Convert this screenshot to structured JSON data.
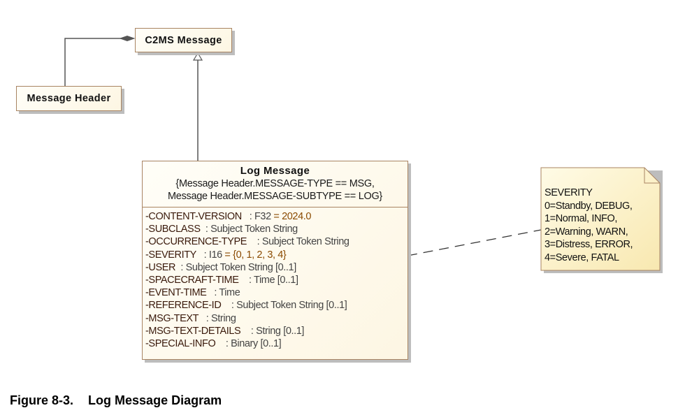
{
  "classes": {
    "c2ms_message": {
      "name": "C2MS Message"
    },
    "message_header": {
      "name": "Message Header"
    },
    "log_message": {
      "name": "Log Message",
      "constraint_lines": [
        "{Message Header.MESSAGE-TYPE == MSG,",
        "Message Header.MESSAGE-SUBTYPE == LOG}"
      ],
      "attributes": [
        {
          "name": "-CONTENT-VERSION",
          "type": "   : F32",
          "default": " = 2024.0"
        },
        {
          "name": "-SUBCLASS",
          "type": "  : Subject Token String",
          "default": ""
        },
        {
          "name": "-OCCURRENCE-TYPE",
          "type": "    : Subject Token String",
          "default": ""
        },
        {
          "name": "-SEVERITY",
          "type": "   : I16",
          "default": " = {0, 1, 2, 3, 4}"
        },
        {
          "name": "-USER",
          "type": "  : Subject Token String [0..1]",
          "default": ""
        },
        {
          "name": "-SPACECRAFT-TIME",
          "type": "    : Time [0..1]",
          "default": ""
        },
        {
          "name": "-EVENT-TIME",
          "type": "   : Time",
          "default": ""
        },
        {
          "name": "-REFERENCE-ID",
          "type": "    : Subject Token String [0..1]",
          "default": ""
        },
        {
          "name": "-MSG-TEXT",
          "type": "   : String",
          "default": ""
        },
        {
          "name": "-MSG-TEXT-DETAILS",
          "type": "    : String [0..1]",
          "default": ""
        },
        {
          "name": "-SPECIAL-INFO",
          "type": "    : Binary [0..1]",
          "default": ""
        }
      ]
    }
  },
  "note": {
    "lines": [
      "SEVERITY",
      "0=Standby, DEBUG,",
      "1=Normal, INFO,",
      "2=Warning, WARN,",
      "3=Distress, ERROR,",
      "4=Severe, FATAL"
    ]
  },
  "relationships": [
    {
      "type": "composition",
      "from": "Message Header",
      "to": "C2MS Message"
    },
    {
      "type": "generalization",
      "from": "Log Message",
      "to": "C2MS Message"
    },
    {
      "type": "note-anchor",
      "from": "Log Message",
      "to": "SEVERITY note"
    }
  ],
  "caption": {
    "number": "Figure 8-3.",
    "title": "Log Message Diagram"
  },
  "colors": {
    "class_fill": "#fdf6e3",
    "class_border": "#a88462",
    "note_fill": "#fbefc4",
    "attr_default": "#8a4a00",
    "line": "#555555"
  }
}
